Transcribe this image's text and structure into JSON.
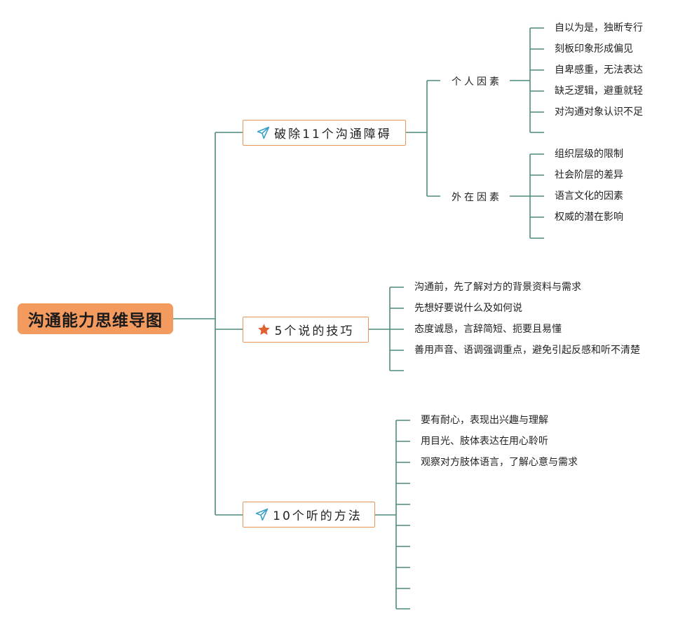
{
  "colors": {
    "connector": "#4e8a7e",
    "root_fill": "#f39a5f",
    "branch_border": "#e8955a",
    "paper_plane": "#3a9fc7",
    "star": "#e2602f"
  },
  "root": {
    "title": "沟通能力思维导图"
  },
  "branches": [
    {
      "label": "破除11个沟通障碍",
      "icon": "paper-plane-icon",
      "groups": [
        {
          "label": "个人因素",
          "items": [
            "自以为是，独断专行",
            "刻板印象形成偏见",
            "自卑感重，无法表达",
            "缺乏逻辑，避重就轻",
            "对沟通对象认识不足",
            ""
          ]
        },
        {
          "label": "外在因素",
          "items": [
            "组织层级的限制",
            "社会阶层的差异",
            "语言文化的因素",
            "权威的潜在影响",
            ""
          ]
        }
      ]
    },
    {
      "label": "5个说的技巧",
      "icon": "star-icon",
      "items": [
        "沟通前，先了解对方的背景资料与需求",
        "先想好要说什么及如何说",
        "态度诚恳，言辞简短、扼要且易懂",
        "善用声音、语调强调重点，避免引起反感和听不清楚",
        ""
      ]
    },
    {
      "label": "10个听的方法",
      "icon": "paper-plane-icon",
      "items": [
        "要有耐心，表现出兴趣与理解",
        "用目光、肢体表达在用心聆听",
        "观察对方肢体语言，了解心意与需求",
        "",
        "",
        "",
        "",
        "",
        "",
        ""
      ]
    }
  ]
}
